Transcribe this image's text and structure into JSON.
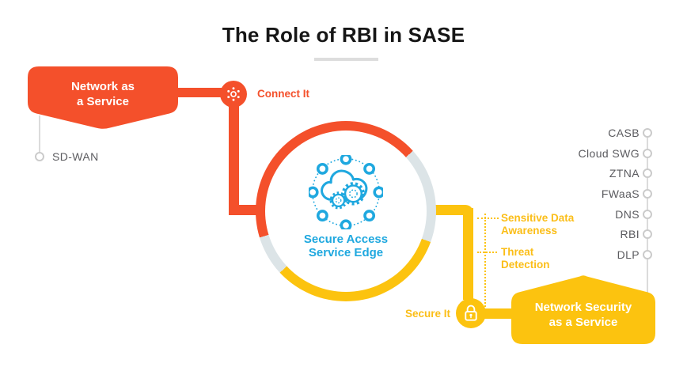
{
  "title": {
    "text": "The Role of RBI in SASE"
  },
  "colors": {
    "orange": "#f4502b",
    "yellow": "#fcc30f",
    "cyan": "#1fa8df",
    "gray_line": "#dbdbdb",
    "ring_gray": "#dce4e7",
    "text_gray": "#5b5b5f"
  },
  "naas": {
    "banner_line1": "Network as",
    "banner_line2": "a Service",
    "node_label": "SD-WAN"
  },
  "connect": {
    "label": "Connect It",
    "icon": "network-hub-icon"
  },
  "sase": {
    "label_line1": "Secure Access",
    "label_line2": "Service Edge",
    "icon": "cloud-gears-icon"
  },
  "annotations": {
    "item1_line1": "Sensitive Data",
    "item1_line2": "Awareness",
    "item2_line1": "Threat",
    "item2_line2": "Detection"
  },
  "secure": {
    "label": "Secure It",
    "icon": "lock-icon"
  },
  "nsaas": {
    "banner_line1": "Network Security",
    "banner_line2": "as a Service"
  },
  "services": {
    "items": [
      {
        "label": "CASB"
      },
      {
        "label": "Cloud SWG"
      },
      {
        "label": "ZTNA"
      },
      {
        "label": "FWaaS"
      },
      {
        "label": "DNS"
      },
      {
        "label": "RBI"
      },
      {
        "label": "DLP"
      }
    ]
  }
}
